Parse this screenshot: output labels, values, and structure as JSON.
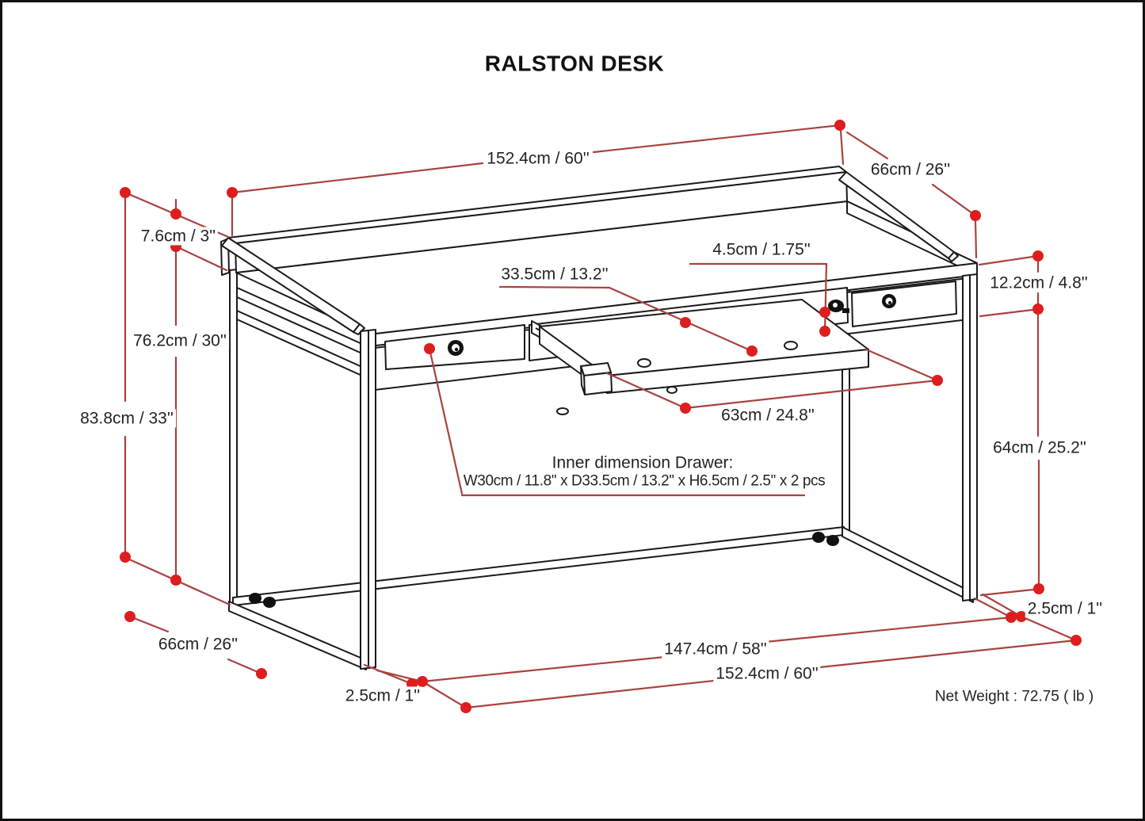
{
  "page": {
    "title": "RALSTON DESK",
    "net_weight": "Net Weight : 72.75 ( lb )"
  },
  "note": {
    "heading": "Inner dimension Drawer:",
    "detail": "W30cm / 11.8'' x D33.5cm / 13.2'' x H6.5cm / 2.5'' x 2 pcs"
  },
  "dimensions": {
    "top_width": "152.4cm / 60''",
    "top_depth": "66cm / 26''",
    "hutch_height": "7.6cm / 3''",
    "tray_depth": "33.5cm / 13.2''",
    "tray_rail_height": "4.5cm / 1.75''",
    "desktop_height": "76.2cm / 30''",
    "overall_height": "83.8cm / 33''",
    "apron_height": "12.2cm / 4.8''",
    "tray_width": "63cm / 24.8''",
    "knee_clearance": "64cm / 25.2''",
    "floor_depth": "66cm / 26''",
    "leg_thickness_left": "2.5cm / 1''",
    "inner_width": "147.4cm / 58''",
    "floor_width": "152.4cm / 60''",
    "leg_thickness_right": "2.5cm / 1''"
  },
  "colors": {
    "dimension_line": "#A8423E",
    "dimension_dot": "#DD1E1E",
    "line_art": "#1A1A1A"
  }
}
